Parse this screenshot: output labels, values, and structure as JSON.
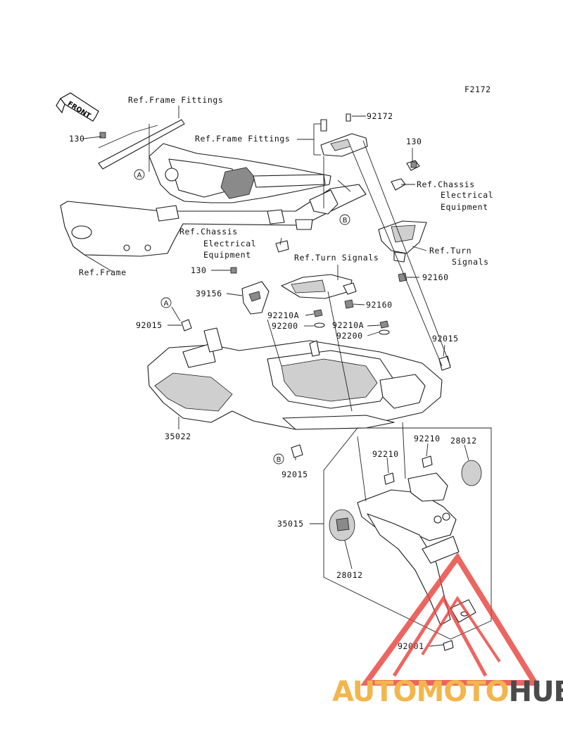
{
  "figure_code": "F2172",
  "front_label": "FRONT",
  "labels": {
    "ref_frame_fittings_top": "Ref.Frame Fittings",
    "ref_frame_fittings_mid": "Ref.Frame Fittings",
    "ref_chassis_right_1": "Ref.Chassis",
    "ref_chassis_right_2": "Electrical",
    "ref_chassis_right_3": "Equipment",
    "ref_chassis_left_1": "Ref.Chassis",
    "ref_chassis_left_2": "Electrical",
    "ref_chassis_left_3": "Equipment",
    "ref_frame": "Ref.Frame",
    "ref_turn_signals_mid": "Ref.Turn Signals",
    "ref_turn_signals_right_1": "Ref.Turn",
    "ref_turn_signals_right_2": "Signals"
  },
  "parts": {
    "p130_left": "130",
    "p92172": "92172",
    "p130_right": "130",
    "p130_lower": "130",
    "p92160_right": "92160",
    "p39156": "39156",
    "p92160_mid": "92160",
    "p92210A_left": "92210A",
    "p92200_left": "92200",
    "p92210A_right": "92210A",
    "p92200_right": "92200",
    "p92015_left": "92015",
    "p92015_right": "92015",
    "p35022": "35022",
    "p92015_bottom": "92015",
    "p92210_right": "92210",
    "p28012_right": "28012",
    "p92210_left": "92210",
    "p35015": "35015",
    "p28012_left": "28012",
    "p92001": "92001"
  },
  "callouts": {
    "a_top": "A",
    "b_top": "B",
    "a_mid": "A",
    "b_bottom": "B"
  },
  "watermark": {
    "part1": "AUTOMOTO",
    "part2": "HUB",
    "color1": "#f2b64c",
    "color2": "#4a4a4a",
    "logo_color": "#e8403a"
  }
}
